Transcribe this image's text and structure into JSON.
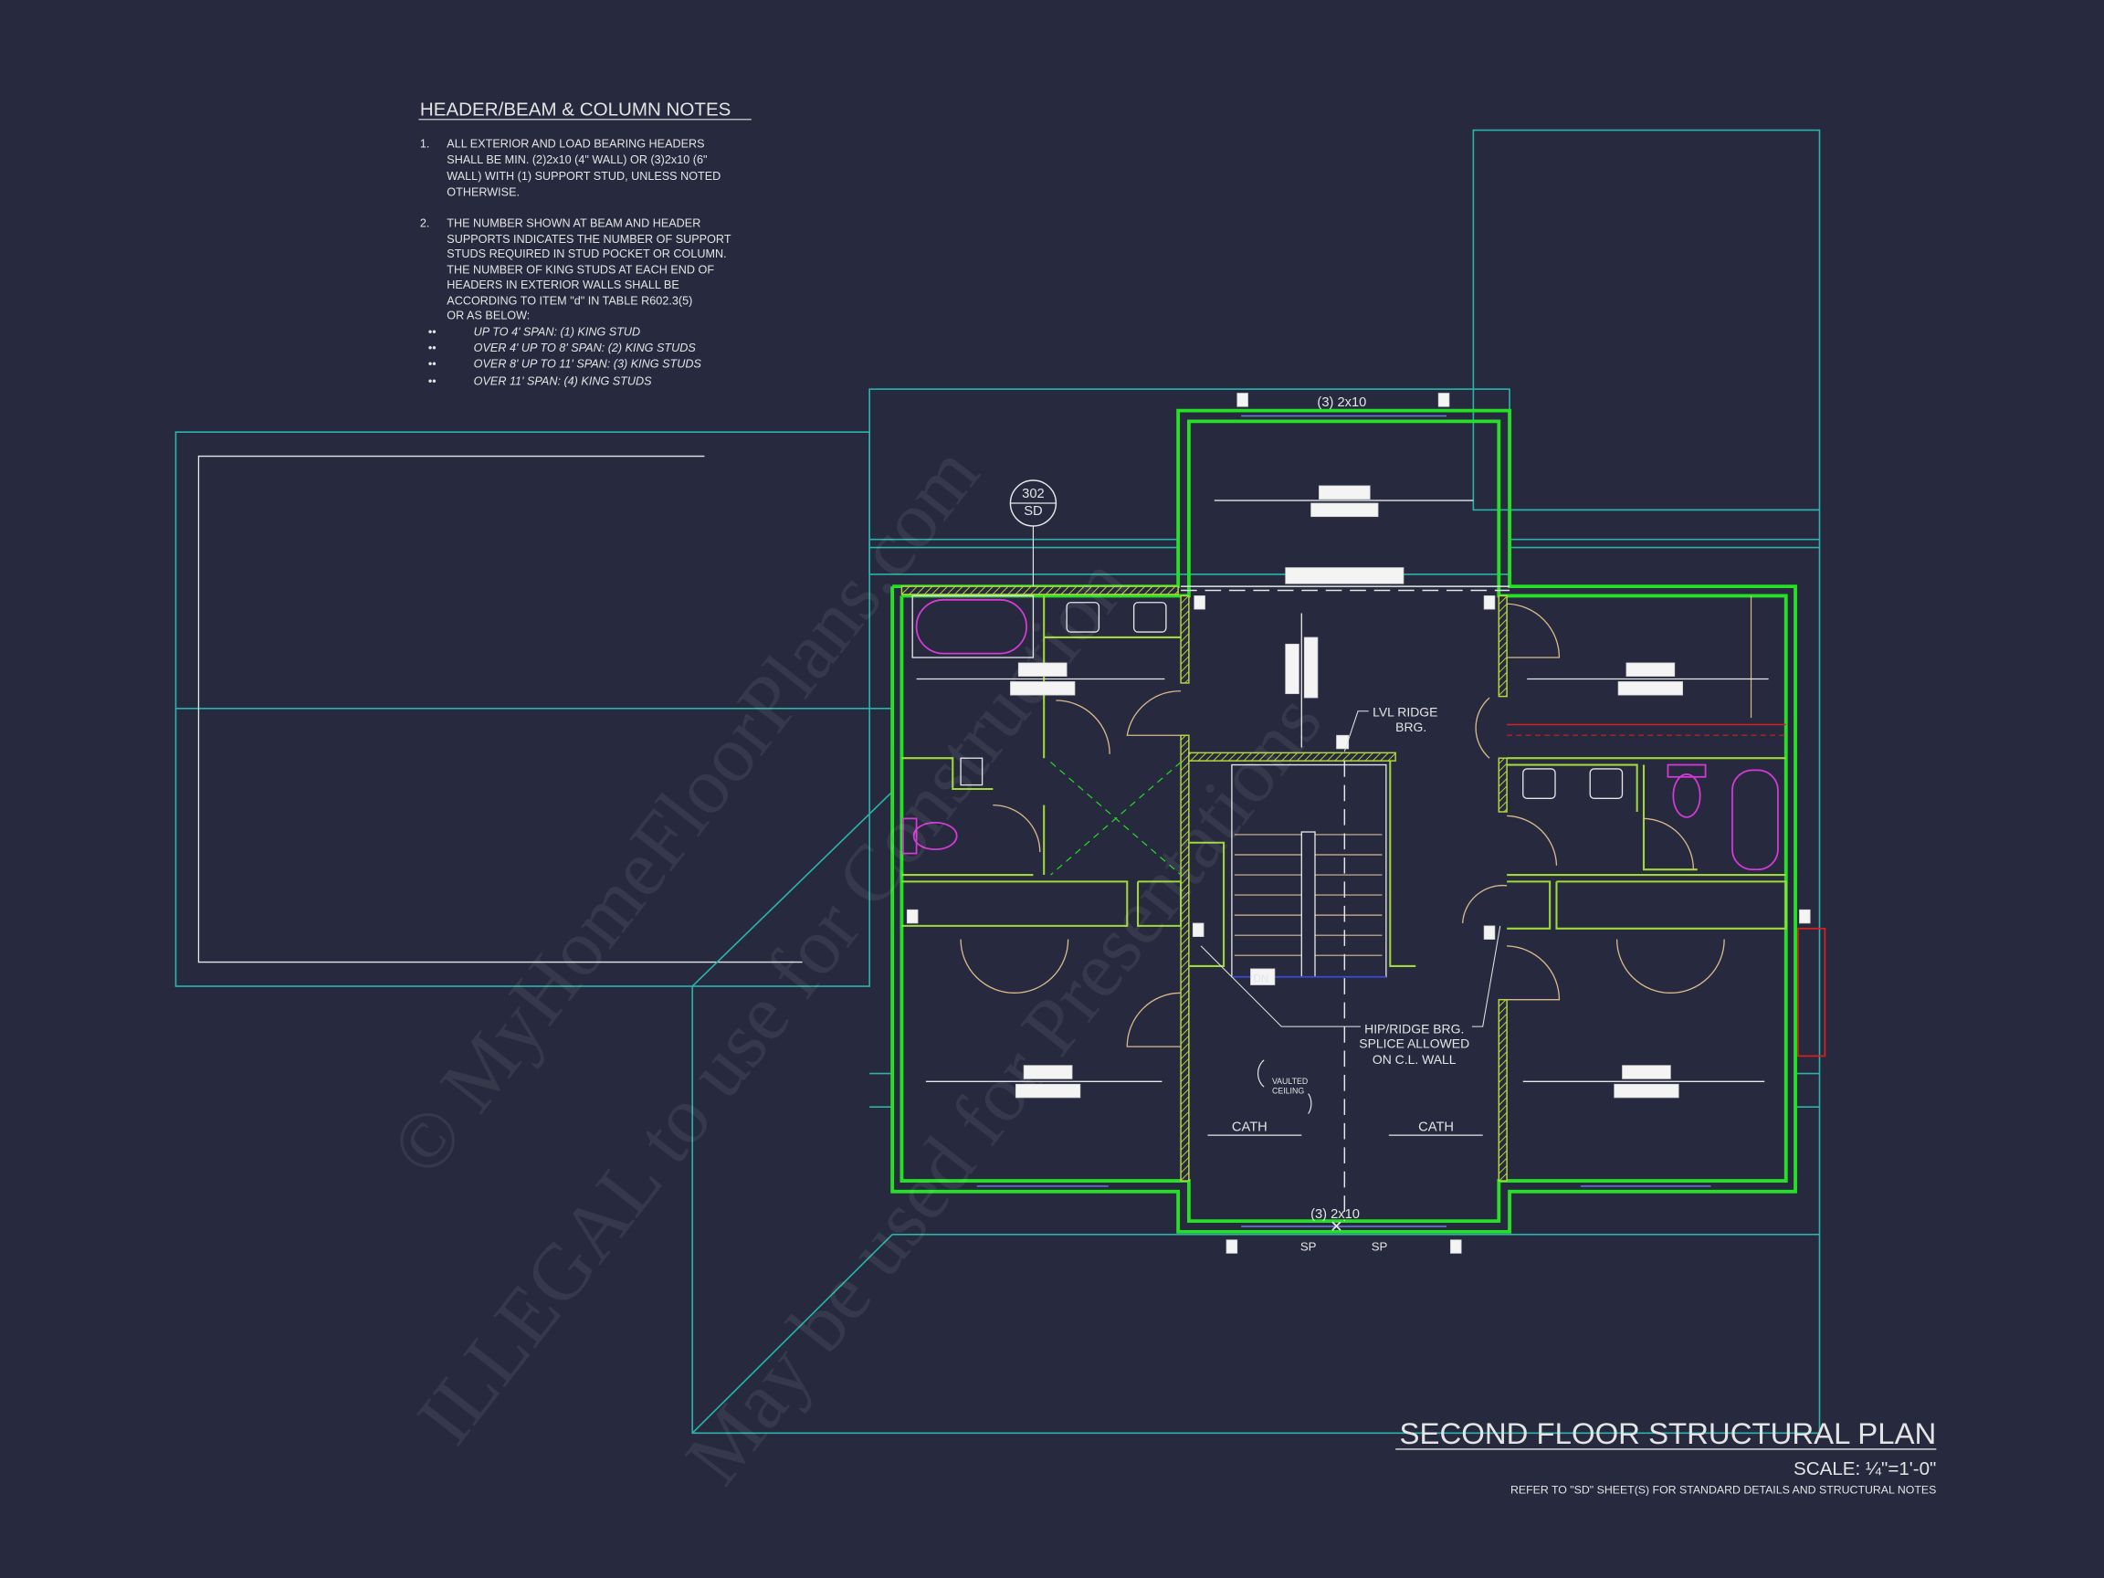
{
  "notes": {
    "title": "HEADER/BEAM & COLUMN NOTES",
    "items": [
      {
        "number": "1.",
        "lines": [
          "ALL EXTERIOR AND LOAD BEARING HEADERS",
          "SHALL BE MIN. (2)2x10 (4\" WALL) OR (3)2x10 (6\"",
          "WALL) WITH (1) SUPPORT STUD, UNLESS NOTED",
          "OTHERWISE."
        ]
      },
      {
        "number": "2.",
        "lines": [
          "THE NUMBER SHOWN AT BEAM AND HEADER",
          "SUPPORTS INDICATES THE NUMBER OF SUPPORT",
          "STUDS REQUIRED IN STUD POCKET OR COLUMN.",
          "THE NUMBER OF KING STUDS AT EACH END OF",
          "HEADERS IN EXTERIOR WALLS SHALL BE",
          "ACCORDING TO ITEM \"d\" IN TABLE R602.3(5)",
          "OR AS BELOW:"
        ]
      }
    ],
    "bullets": [
      "UP TO 4' SPAN: (1) KING STUD",
      "OVER 4' UP TO 8' SPAN: (2) KING STUDS",
      "OVER 8' UP TO 11' SPAN: (3) KING STUDS",
      "OVER 11' SPAN: (4) KING STUDS"
    ]
  },
  "plan": {
    "header_top": "(3) 2x10",
    "header_bottom": "(3) 2x10",
    "section_marker": {
      "number": "302",
      "sheet": "SD"
    },
    "lvl_ridge": [
      "LVL RIDGE",
      "BRG."
    ],
    "hip_ridge": [
      "HIP/RIDGE BRG.",
      "SPLICE ALLOWED",
      "ON C.L. WALL"
    ],
    "vaulted": [
      "VAULTED",
      "CEILING"
    ],
    "cath_left": "CATH",
    "cath_right": "CATH",
    "sp_left": "SP",
    "sp_right": "SP",
    "stair_dn": "DN"
  },
  "title_block": {
    "title": "SECOND FLOOR STRUCTURAL PLAN",
    "scale": "SCALE: ¼\"=1'-0\"",
    "refer": "REFER TO \"SD\" SHEET(S) FOR STANDARD DETAILS AND STRUCTURAL NOTES"
  },
  "watermark": [
    "© MyHomeFloorPlans.com",
    "ILLEGAL to use for Construction",
    "May be used for Presentations"
  ],
  "colors": {
    "background": "#272a3e",
    "roof_lines": "#2bb3ab",
    "exterior_walls": "#25e025",
    "interior_walls": "#9fd83a",
    "fixtures": "#d43ad4"
  }
}
